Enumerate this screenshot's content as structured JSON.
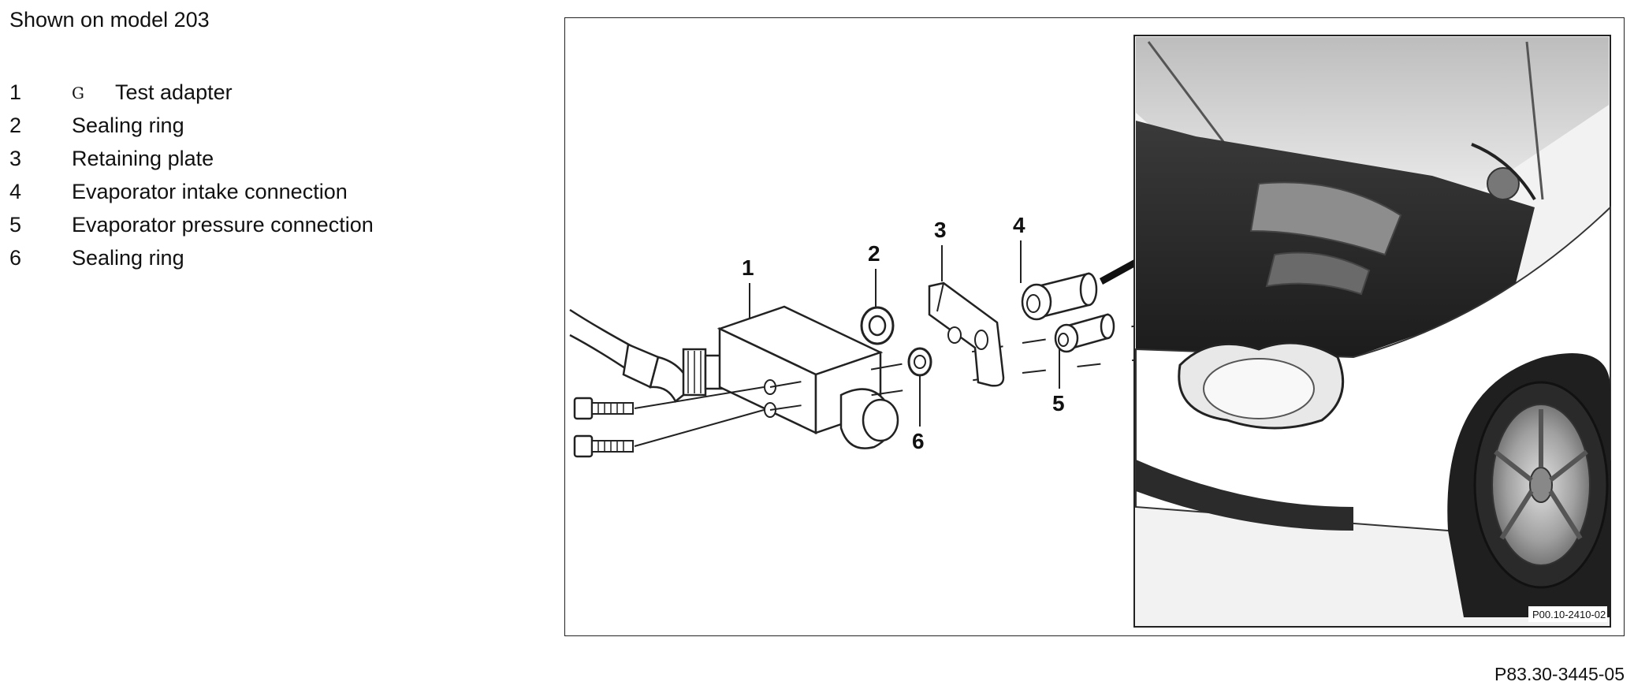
{
  "caption": "Shown on model 203",
  "legend": [
    {
      "number": "1",
      "symbol": "G",
      "label": "Test adapter"
    },
    {
      "number": "2",
      "label": "Sealing ring"
    },
    {
      "number": "3",
      "label": "Retaining plate"
    },
    {
      "number": "4",
      "label": "Evaporator intake connection"
    },
    {
      "number": "5",
      "label": "Evaporator pressure connection"
    },
    {
      "number": "6",
      "label": "Sealing ring"
    }
  ],
  "figure": {
    "callouts": [
      "1",
      "2",
      "3",
      "4",
      "5",
      "6"
    ],
    "inset_code": "P00.10-2410-02",
    "figure_code": "P83.30-3445-05"
  }
}
